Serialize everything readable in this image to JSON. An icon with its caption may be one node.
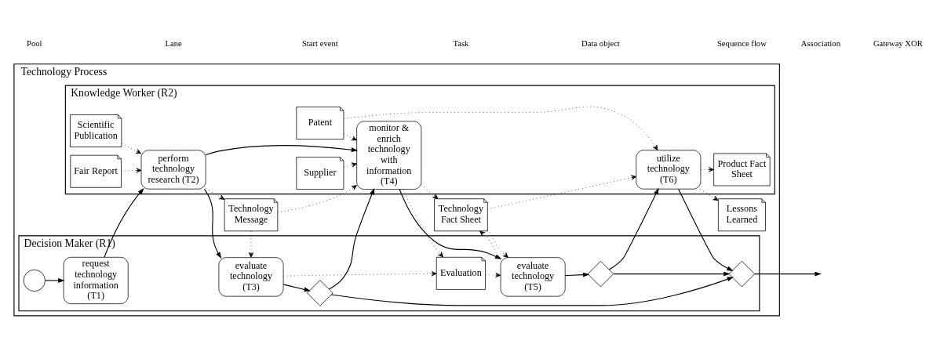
{
  "diagram": {
    "nodes": [
      {
        "text": [
          "Technology Process"
        ]
      },
      {
        "text": [
          "Decision Maker (R1)"
        ],
        "in": 0
      },
      {
        "text": [
          "Knowledge Worker (R2)"
        ],
        "in": 0
      },
      {
        "text": [],
        "shape": "circle",
        "in": 1
      },
      {
        "text": [
          "request technology information (T1)"
        ],
        "in": 1
      },
      {
        "text": [
          "evaluate technology (T3)"
        ],
        "in": 1
      },
      {
        "text": [],
        "shape": "diamond",
        "in": 1
      },
      {
        "text": [
          "Evaluation"
        ],
        "in": 1
      },
      {
        "text": [
          "evaluate technology (T5)"
        ],
        "in": 1
      },
      {
        "text": [],
        "shape": "diamond",
        "in": 1
      },
      {
        "text": [],
        "shape": "diamond",
        "in": 1
      },
      {
        "text": [
          "Lessons Learned"
        ],
        "in": 0
      },
      {
        "text": [
          "Technology Message"
        ],
        "in": 0
      },
      {
        "text": [
          "Technology Fact Sheet"
        ],
        "in": 0
      },
      {
        "text": [
          "perform technology research (T2)"
        ],
        "in": 2
      },
      {
        "text": [
          "monitor & enrich technology with information (T4)"
        ],
        "in": 2
      },
      {
        "text": [
          "utilize technology (T6)"
        ],
        "in": 2
      },
      {
        "text": [
          "Scientific Publication"
        ],
        "in": 2
      },
      {
        "text": [
          "Fair Report"
        ],
        "in": 2
      },
      {
        "text": [
          "Supplier"
        ],
        "in": 2
      },
      {
        "text": [
          "Patent"
        ],
        "in": 2
      },
      {
        "text": [
          "Product Fact Sheet"
        ],
        "in": 2
      }
    ],
    "edges": [
      {
        "from": 3,
        "to": 4,
        "arrow": "to"
      },
      {
        "from": 4,
        "to": 14,
        "arrow": "to"
      },
      {
        "from": 14,
        "to": 5,
        "arrow": "to"
      },
      {
        "from": 5,
        "to": 6,
        "arrow": "to"
      },
      {
        "from": 6,
        "to": 10,
        "arrow": "to"
      },
      {
        "from": 6,
        "to": 15,
        "arrow": "to"
      },
      {
        "from": 14,
        "to": 15,
        "arrow": "to"
      },
      {
        "from": 15,
        "to": 8,
        "arrow": "to"
      },
      {
        "from": 8,
        "to": 9,
        "arrow": "to"
      },
      {
        "from": 9,
        "to": 10,
        "arrow": "to"
      },
      {
        "from": 9,
        "to": 16,
        "arrow": "to"
      },
      {
        "from": 16,
        "to": 10,
        "arrow": "to"
      },
      {
        "from": 10,
        "to": null,
        "arrow": "to"
      },
      {
        "from": 17,
        "to": 14,
        "arrow": "to",
        "style": "dashed"
      },
      {
        "from": 18,
        "to": 14,
        "arrow": "to",
        "style": "dashed"
      },
      {
        "from": 14,
        "to": 12,
        "arrow": "to",
        "style": "dashed"
      },
      {
        "from": 12,
        "to": 5,
        "arrow": "to",
        "style": "dashed"
      },
      {
        "from": 12,
        "to": 15,
        "arrow": "to",
        "style": "dashed"
      },
      {
        "from": 5,
        "to": 7,
        "arrow": "to",
        "style": "dashed"
      },
      {
        "from": 15,
        "to": 7,
        "arrow": "to",
        "style": "dashed"
      },
      {
        "from": 15,
        "to": 13,
        "arrow": "to",
        "style": "dashed"
      },
      {
        "from": 19,
        "to": 15,
        "arrow": "to",
        "style": "dashed"
      },
      {
        "from": 20,
        "to": 15,
        "arrow": "to",
        "style": "dashed"
      },
      {
        "from": 7,
        "to": 8,
        "arrow": "to",
        "style": "dashed"
      },
      {
        "from": 13,
        "to": 8,
        "arrow": "to",
        "style": "dashed"
      },
      {
        "from": 8,
        "to": 13,
        "arrow": "to",
        "style": "dashed"
      },
      {
        "from": 13,
        "to": 16,
        "arrow": "to",
        "style": "dashed"
      },
      {
        "from": 20,
        "to": 16,
        "arrow": "to",
        "style": "dashed"
      },
      {
        "from": 16,
        "to": 11,
        "arrow": "to",
        "style": "dashed"
      },
      {
        "from": 16,
        "to": 21,
        "arrow": "to",
        "style": "dashed"
      }
    ],
    "legend": [
      {
        "text": "Pool"
      },
      {
        "text": "Lane"
      },
      {
        "text": "Start event"
      },
      {
        "text": "Task"
      },
      {
        "text": "Data object"
      },
      {
        "text": "Sequence flow"
      },
      {
        "text": "Association"
      },
      {
        "text": "Gateway XOR"
      }
    ]
  }
}
